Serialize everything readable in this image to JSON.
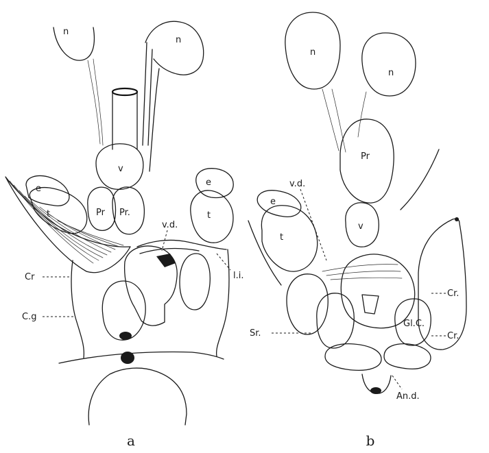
{
  "panels": {
    "a": {
      "caption": "a",
      "labels": {
        "n_left": "n",
        "n_right": "n",
        "v": "v",
        "e_left": "e",
        "t_left": "t",
        "pr_left": "Pr",
        "pr_right": "Pr.",
        "vd": "v.d.",
        "e_right": "e",
        "t_right": "t",
        "li": "l.i.",
        "cr": "Cr",
        "cg": "C.g"
      }
    },
    "b": {
      "caption": "b",
      "labels": {
        "n_left": "n",
        "n_right": "n",
        "pr": "Pr",
        "vd": "v.d.",
        "e": "e",
        "t": "t",
        "v": "v",
        "cr_upper": "Cr.",
        "sr": "Sr.",
        "glc": "Gl.C.",
        "cr_lower": "Cr.",
        "and": "An.d."
      }
    }
  }
}
